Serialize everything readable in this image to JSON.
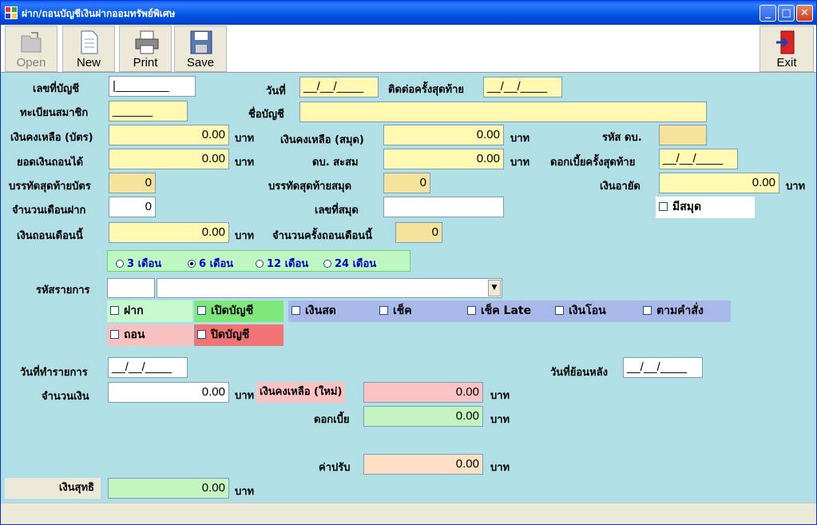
{
  "window": {
    "title": "ฝาก/ถอนบัญชีเงินฝากออมทรัพย์พิเศษ",
    "minimize": "_",
    "maximize": "□",
    "close": "✕"
  },
  "toolbar": {
    "open": "Open",
    "new": "New",
    "print": "Print",
    "save": "Save",
    "exit": "Exit"
  },
  "labels": {
    "account_no": "เลขที่บัญชี",
    "member_reg": "ทะเบียนสมาชิก",
    "balance_card": "เงินคงเหลือ (บัตร)",
    "withdrawable": "ยอดเงินถอนได้",
    "last_line_card": "บรรทัดสุดท้ายบัตร",
    "months_deposit": "จำนวนเดือนฝาก",
    "withdraw_month": "เงินถอนเดือนนี้",
    "date": "วันที่",
    "last_contact": "ติดต่อครั้งสุดท้าย",
    "account_name": "ชื่อบัญชี",
    "balance_book": "เงินคงเหลือ (สมุด)",
    "interest_acc": "ดบ. สะสม",
    "last_line_book": "บรรทัดสุดท้ายสมุด",
    "book_no": "เลขที่สมุด",
    "withdraw_count": "จำนวนครั้งถอนเดือนนี้",
    "interest_code": "รหัส ดบ.",
    "last_interest": "ดอกเบี้ยครั้งสุดท้าย",
    "frozen": "เงินอายัด",
    "has_book": "มีสมุด",
    "trans_code": "รหัสรายการ",
    "trans_date": "วันที่ทำรายการ",
    "backdate": "วันที่ย้อนหลัง",
    "amount": "จำนวนเงิน",
    "new_balance": "เงินคงเหลือ (ใหม่)",
    "interest": "ดอกเบี้ย",
    "fine": "ค่าปรับ",
    "net": "เงินสุทธิ",
    "baht": "บาท"
  },
  "values": {
    "account_no": "|________",
    "member_reg": "______",
    "balance_card": "0.00",
    "withdrawable": "0.00",
    "last_line_card": "0",
    "months_deposit": "0",
    "withdraw_month": "0.00",
    "date": "__/__/____",
    "last_contact": "__/__/____",
    "account_name": "",
    "balance_book": "0.00",
    "interest_acc": "0.00",
    "last_line_book": "0",
    "book_no": "",
    "withdraw_count": "0",
    "interest_code": "",
    "last_interest": "__/__/____",
    "frozen": "0.00",
    "trans_code": "",
    "trans_desc": "",
    "trans_date": "__/__/____",
    "backdate": "__/__/____",
    "amount": "0.00",
    "new_balance": "0.00",
    "interest": "0.00",
    "fine": "0.00",
    "net": "0.00"
  },
  "periods": {
    "options": [
      "3 เดือน",
      "6 เดือน",
      "12 เดือน",
      "24 เดือน"
    ],
    "selected": "6 เดือน"
  },
  "checkboxes": {
    "deposit": "ฝาก",
    "withdraw": "ถอน",
    "open_account": "เปิดบัญชี",
    "close_account": "ปิดบัญชี",
    "cash": "เงินสด",
    "cheque": "เช็ค",
    "cheque_late": "เช็ค Late",
    "transfer": "เงินโอน",
    "order": "ตามคำสั่ง"
  },
  "colors": {
    "form_bg": "#b0dfe5",
    "yellow_field": "#fff9b2",
    "green_field": "#c4f5c0",
    "pink_field": "#fbc3c3",
    "peach_field": "#fde0c4"
  }
}
